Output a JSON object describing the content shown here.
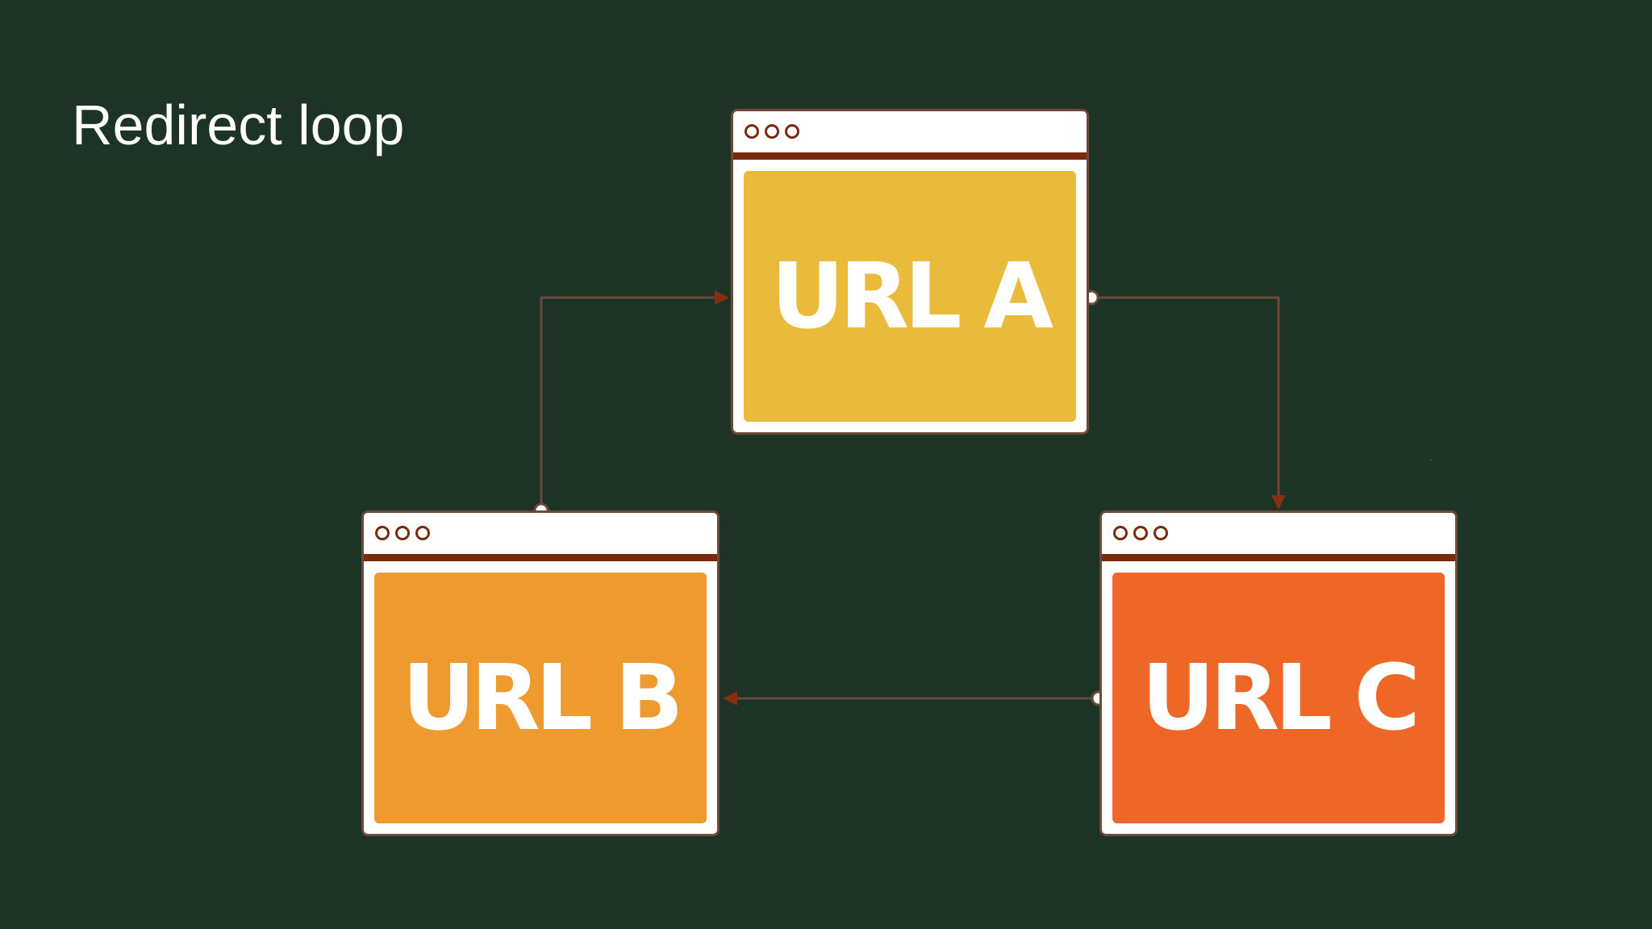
{
  "title": "Redirect loop",
  "windows": {
    "a": {
      "label": "URL A",
      "color": "#eaba3b"
    },
    "b": {
      "label": "URL B",
      "color": "#ee9a2f"
    },
    "c": {
      "label": "URL C",
      "color": "#ee6726"
    }
  },
  "connector_color": "#6b4a3a",
  "arrowhead_color": "#8a2e10",
  "flow": [
    "A → C",
    "C → B",
    "B → A"
  ]
}
